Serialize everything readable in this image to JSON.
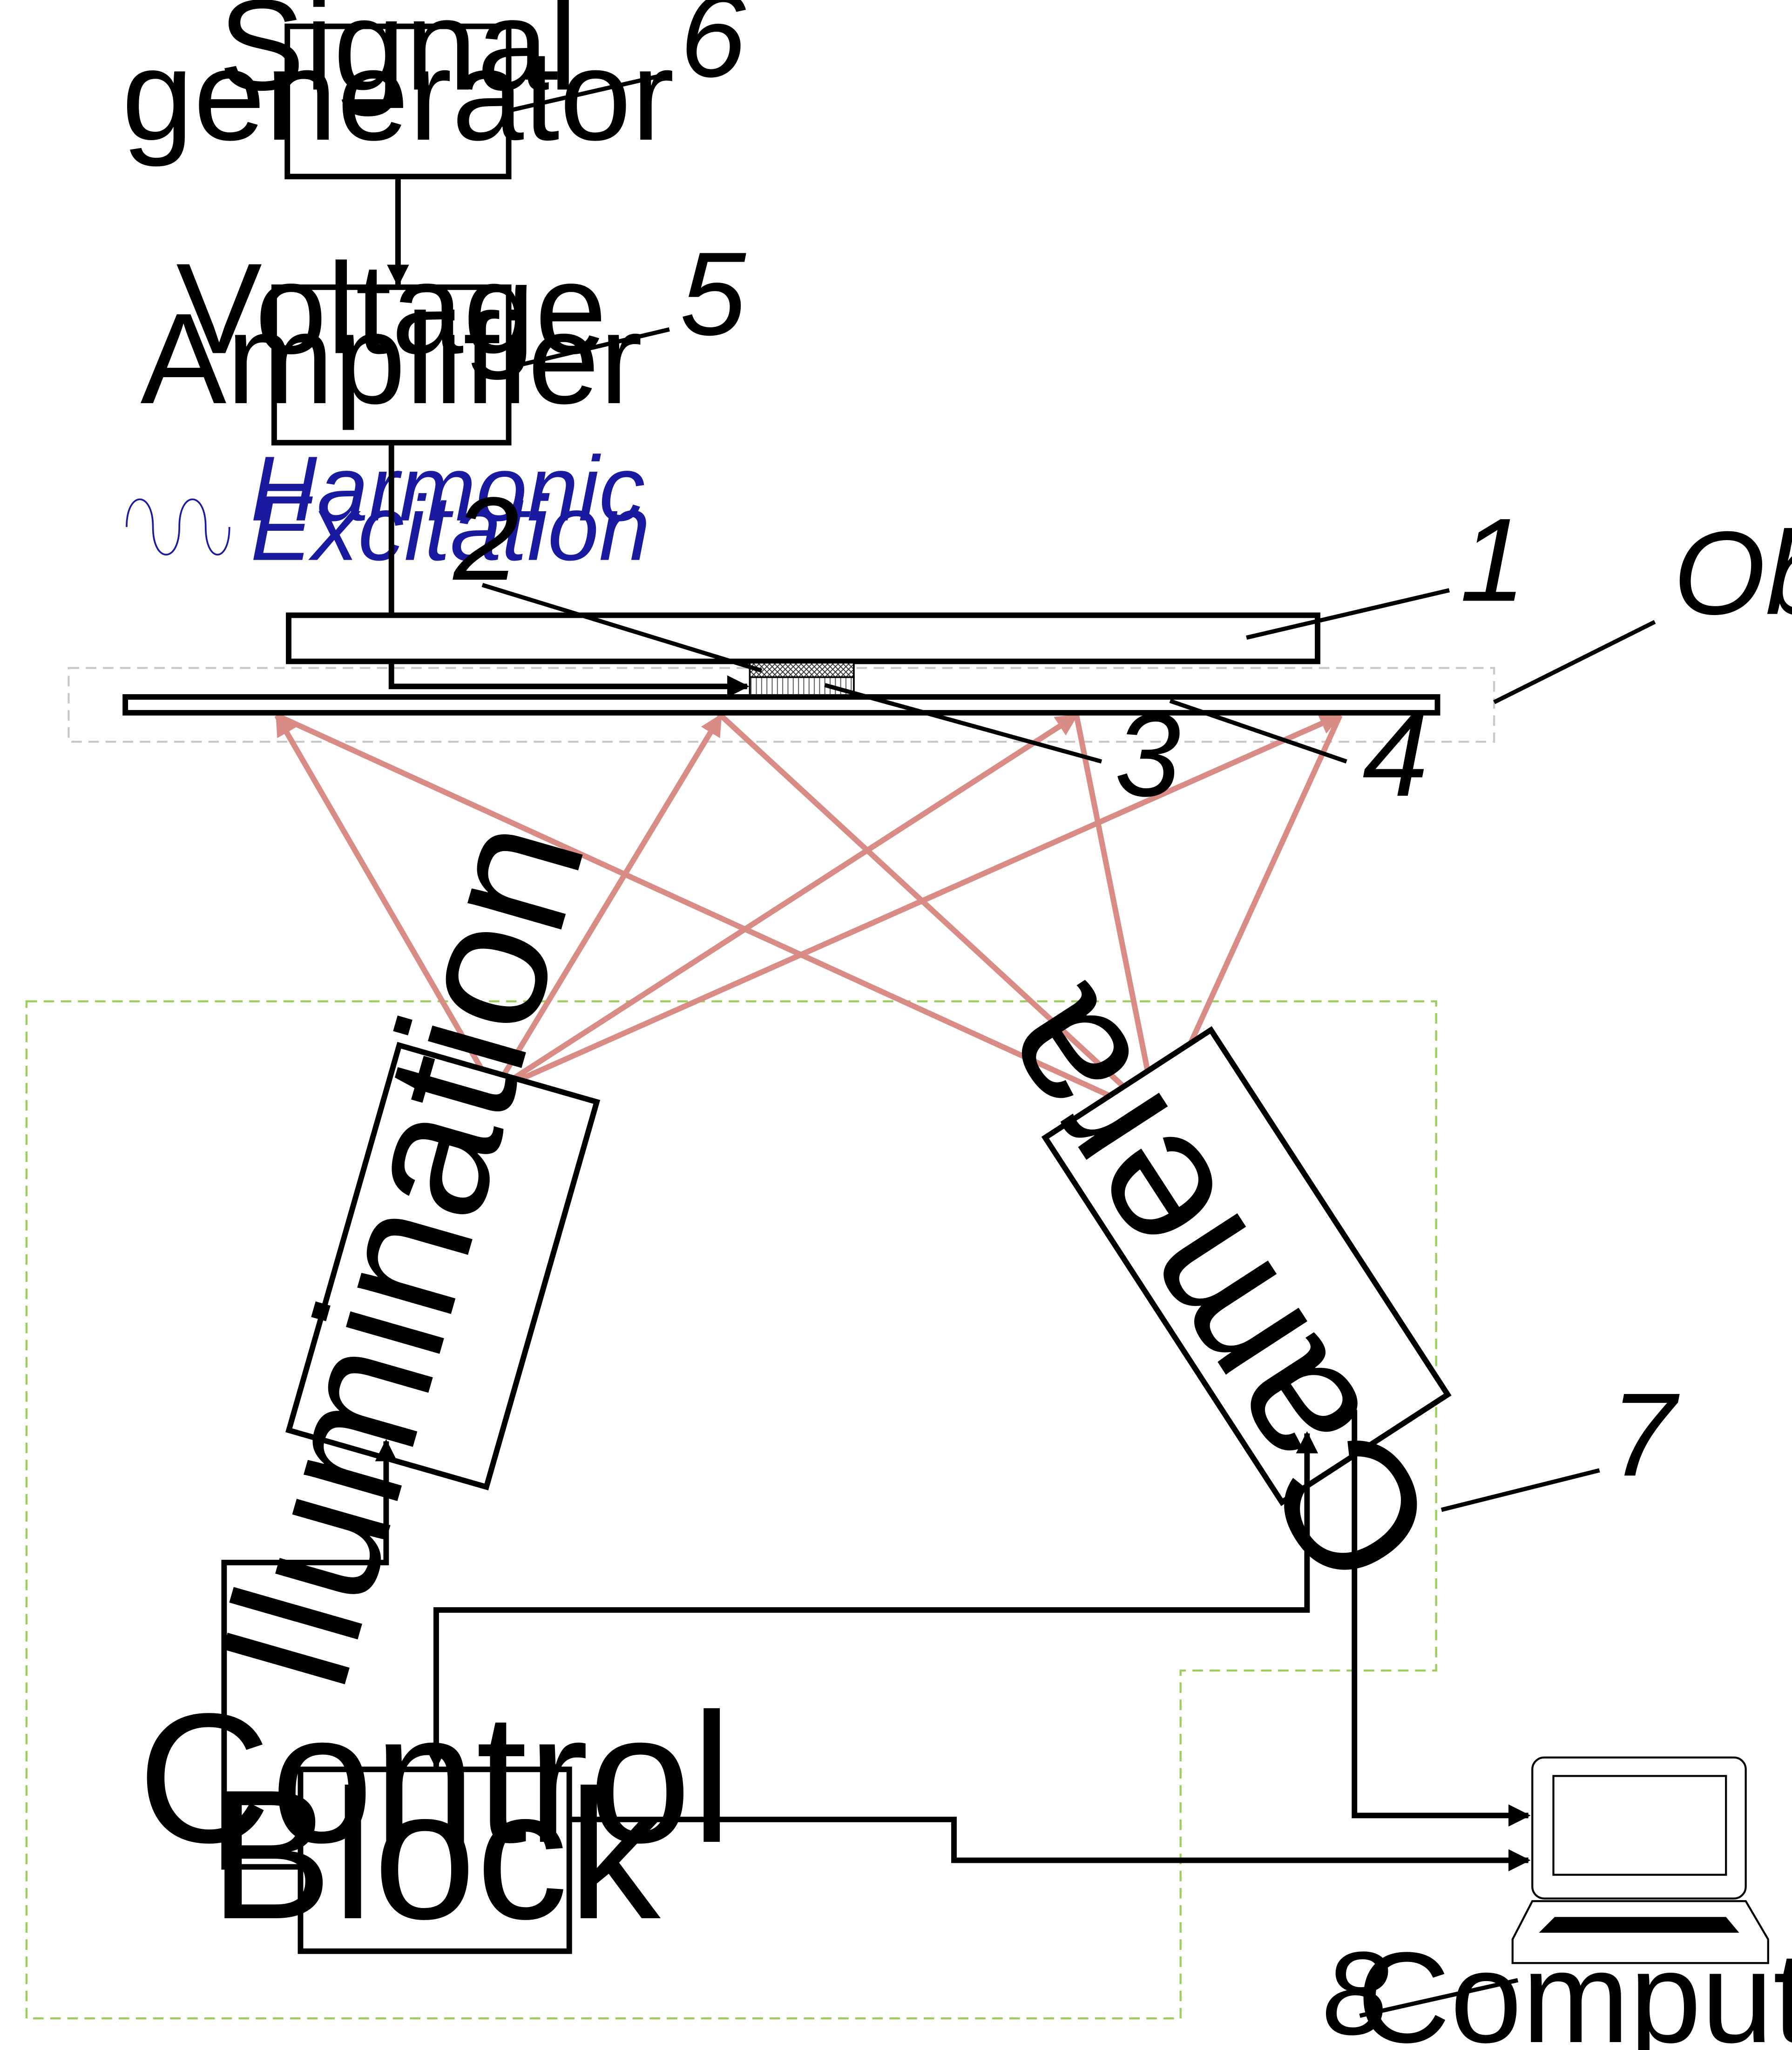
{
  "blocks": {
    "signal_generator": {
      "line1": "Signal",
      "line2": "generator",
      "number": "6"
    },
    "voltage_amplifier": {
      "line1": "Voltage",
      "line2": "Amplifier",
      "number": "5"
    },
    "illumination": {
      "label": "Ilumination"
    },
    "camera": {
      "label": "Camera"
    },
    "control_block": {
      "line1": "Control",
      "line2": "Block"
    },
    "computer": {
      "label": "Computer",
      "number": "8"
    }
  },
  "excitation": {
    "line1": "Harmonic",
    "line2": "Excitation"
  },
  "object": {
    "label": "Object",
    "parts": {
      "plate1": "1",
      "element2": "2",
      "element3": "3",
      "plate4": "4"
    }
  },
  "system": {
    "number": "7"
  },
  "colors": {
    "ray": "#d98c86",
    "object_border": "#c8c8c8",
    "system_border": "#9acd5a",
    "excitation_text": "#1a1aa0"
  }
}
